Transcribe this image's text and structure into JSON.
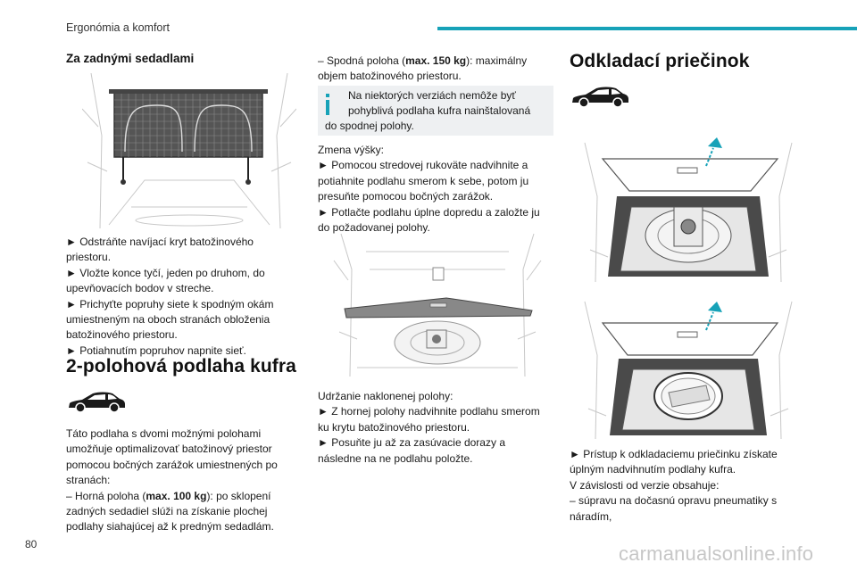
{
  "header": {
    "title": "Ergonómia a komfort",
    "accent_color": "#17a2b8"
  },
  "col1": {
    "heading": "Za zadnými sedadlami",
    "steps": [
      "► Odstráňte navíjací kryt batožinového",
      "priestoru.",
      "► Vložte konce tyčí, jeden po druhom, do",
      "upevňovacích bodov v streche.",
      "► Prichyťte popruhy siete k spodným okám",
      "umiestneným na oboch stranách obloženia",
      "batožinového priestoru.",
      "► Potiahnutím popruhov napnite sieť."
    ],
    "section_title": "2-polohová podlaha kufra",
    "intro": [
      "Táto podlaha s dvomi možnými polohami",
      "umožňuje optimalizovať batožinový priestor",
      "pomocou bočných zarážok umiestnených po",
      "stranách:"
    ],
    "upper_prefix": "– Horná poloha (",
    "upper_bold": "max. 100 kg",
    "upper_suffix": "): po sklopení",
    "upper_rest": [
      "zadných sedadiel slúži na získanie plochej",
      "podlahy siahajúcej až k predným sedadlám."
    ]
  },
  "col2": {
    "lower_prefix": "– Spodná poloha (",
    "lower_bold": "max. 150 kg",
    "lower_suffix": "): maximálny",
    "lower_rest": "objem batožinového priestoru.",
    "info": [
      "Na niektorých verziách nemôže byť",
      "pohyblivá podlaha kufra nainštalovaná",
      "do spodnej polohy."
    ],
    "height_change": [
      "Zmena výšky:",
      "► Pomocou stredovej rukoväte nadvihnite a",
      "potiahnite podlahu smerom k sebe, potom ju",
      "presuňte pomocou bočných zarážok.",
      "► Potlačte podlahu úplne dopredu a založte ju",
      "do požadovanej polohy."
    ],
    "tilted": [
      "Udržanie naklonenej polohy:",
      "► Z hornej polohy nadvihnite podlahu smerom",
      "ku krytu batožinového priestoru.",
      "► Posuňte ju až za zasúvacie dorazy a",
      "následne na ne podlahu položte."
    ]
  },
  "col3": {
    "section_title": "Odkladací priečinok",
    "access": [
      "► Prístup k odkladaciemu priečinku získate",
      "úplným nadvihnutím podlahy kufra.",
      "V závislosti od verzie obsahuje:",
      "– súpravu na dočasnú opravu pneumatiky s",
      "náradím,"
    ]
  },
  "footer": {
    "page_number": "80",
    "watermark": "carmanualsonline.info"
  }
}
